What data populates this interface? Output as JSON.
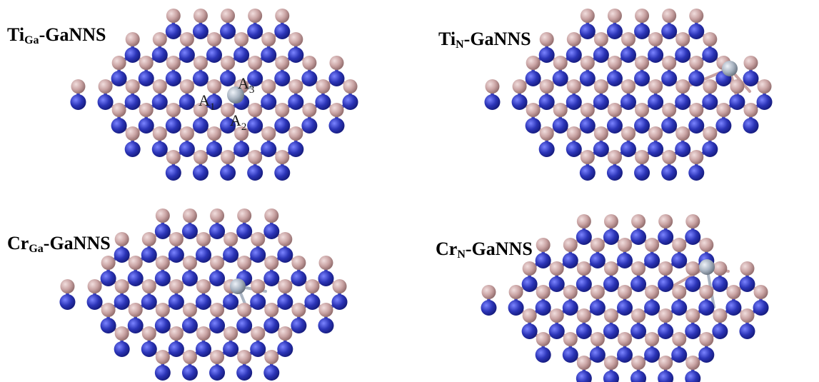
{
  "panels": [
    {
      "id": "ti-ga",
      "label_main": "Ti",
      "label_sub": "Ga",
      "label_rest": "-GaNNS",
      "dopant_site": "Ga",
      "sites": [
        {
          "main": "A",
          "sub": "1"
        },
        {
          "main": "A",
          "sub": "2"
        },
        {
          "main": "A",
          "sub": "3"
        }
      ]
    },
    {
      "id": "ti-n",
      "label_main": "Ti",
      "label_sub": "N",
      "label_rest": "-GaNNS",
      "dopant_site": "N"
    },
    {
      "id": "cr-ga",
      "label_main": "Cr",
      "label_sub": "Ga",
      "label_rest": "-GaNNS",
      "dopant_site": "Ga"
    },
    {
      "id": "cr-n",
      "label_main": "Cr",
      "label_sub": "N",
      "label_rest": "-GaNNS",
      "dopant_site": "N"
    }
  ],
  "colors": {
    "gallium": "#c9a3a3",
    "nitrogen": "#2c35b8",
    "dopant": "#a9b4c2",
    "bond_ga": "#c9a3a3",
    "bond_n": "#3a42c0"
  }
}
